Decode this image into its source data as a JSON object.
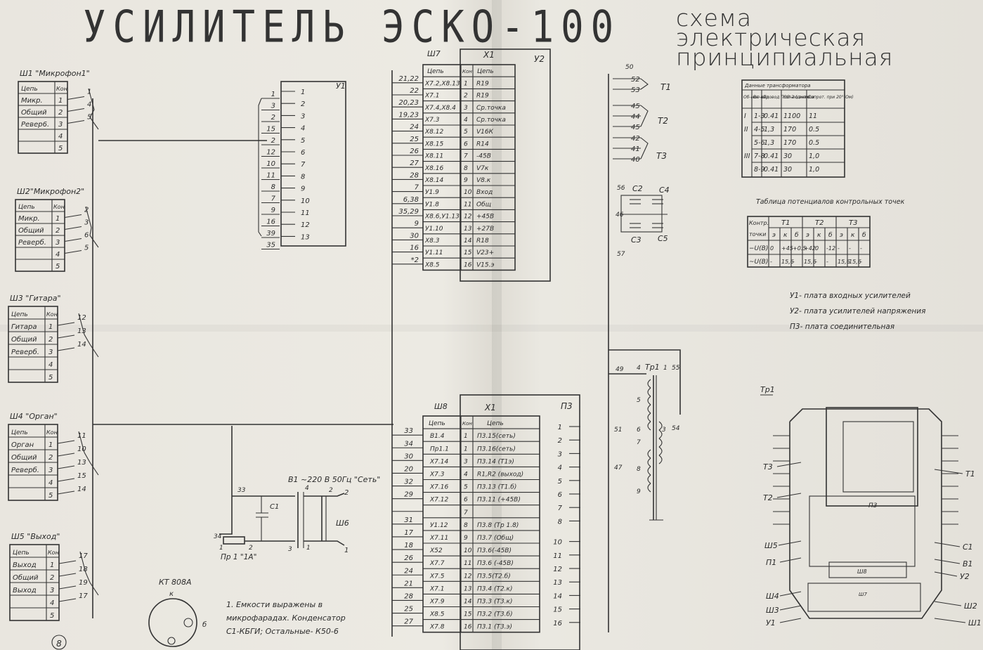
{
  "header": {
    "title": "УСИЛИТЕЛЬ ЭСКО-100",
    "subtitle_lines": [
      "схема",
      "электрическая",
      "принципиальная"
    ]
  },
  "page_number": "8",
  "connectors": [
    {
      "name": "Ш1 \"Микрофон1\"",
      "col1": "Цепь",
      "col2": "Кон",
      "rows": [
        [
          "Микр.",
          "1"
        ],
        [
          "Общий",
          "2"
        ],
        [
          "Ревер6.",
          "3"
        ],
        [
          "",
          "4"
        ],
        [
          "",
          "5"
        ]
      ],
      "wires": [
        "1",
        "4",
        "5"
      ]
    },
    {
      "name": "Ш2\"Микрофон2\"",
      "col1": "Цепь",
      "col2": "Кон",
      "rows": [
        [
          "Микр.",
          "1"
        ],
        [
          "Общий",
          "2"
        ],
        [
          "Реверб.",
          "3"
        ],
        [
          "",
          "4"
        ],
        [
          "",
          "5"
        ]
      ],
      "wires": [
        "2",
        "3",
        "6",
        "5"
      ]
    },
    {
      "name": "Ш3 \"Гитара\"",
      "col1": "Цепь",
      "col2": "Кон",
      "rows": [
        [
          "Гитара",
          "1"
        ],
        [
          "Общий",
          "2"
        ],
        [
          "Реверб.",
          "3"
        ],
        [
          "",
          "4"
        ],
        [
          "",
          "5"
        ]
      ],
      "wires": [
        "12",
        "13",
        "14"
      ]
    },
    {
      "name": "Ш4 \"Орган\"",
      "col1": "Цепь",
      "col2": "Кон",
      "rows": [
        [
          "Орган",
          "1"
        ],
        [
          "Общий",
          "2"
        ],
        [
          "Реверб.",
          "3"
        ],
        [
          "",
          "4"
        ],
        [
          "",
          "5"
        ]
      ],
      "wires": [
        "11",
        "10",
        "13",
        "15",
        "14"
      ]
    },
    {
      "name": "Ш5 \"Выход\"",
      "col1": "Цепь",
      "col2": "Кон",
      "rows": [
        [
          "Выход",
          "1"
        ],
        [
          "Общий",
          "2"
        ],
        [
          "Выход",
          "3"
        ],
        [
          "",
          "4"
        ],
        [
          "",
          "5"
        ]
      ],
      "wires": [
        "17",
        "18",
        "19",
        "17"
      ]
    }
  ],
  "u1": {
    "label": "У1",
    "left_nums": [
      "1",
      "3",
      "2",
      "15",
      "2",
      "12",
      "10",
      "11",
      "8",
      "7",
      "9",
      "16",
      "39",
      "35"
    ],
    "right_nums": [
      "1",
      "2",
      "3",
      "4",
      "5",
      "6",
      "7",
      "8",
      "9",
      "10",
      "11",
      "12",
      "13"
    ]
  },
  "sh7": {
    "label": "Ш7",
    "x1_label": "Х1",
    "u2_label": "У2",
    "col_chain": "Цепь",
    "col_kon": "Кон",
    "col_chain2": "Цепь",
    "left_nums": [
      "21,22",
      "22",
      "20,23",
      "19,23",
      "24",
      "25",
      "26",
      "27",
      "28",
      "7",
      "6,38",
      "35,29",
      "9",
      "30",
      "16",
      "*2"
    ],
    "rows": [
      [
        "Х7.2,Х8.13",
        "1",
        "R19"
      ],
      [
        "Х7.1",
        "2",
        "R19"
      ],
      [
        "Х7.4,Х8.4",
        "3",
        "Ср.точка"
      ],
      [
        "Х7.3",
        "4",
        "Ср.точка"
      ],
      [
        "Х8.12",
        "5",
        "V16К"
      ],
      [
        "Х8.15",
        "6",
        "R14"
      ],
      [
        "Х8.11",
        "7",
        "-45В"
      ],
      [
        "Х8.16",
        "8",
        "V7к"
      ],
      [
        "Х8.14",
        "9",
        "V8.к"
      ],
      [
        "У1.9",
        "10",
        "Вход"
      ],
      [
        "У1.8",
        "11",
        "Общ"
      ],
      [
        "Х8.6,У1.13",
        "12",
        "+45В"
      ],
      [
        "У1.10",
        "13",
        "+27В"
      ],
      [
        "Х8.3",
        "14",
        "R18"
      ],
      [
        "У1.11",
        "15",
        "V23+"
      ],
      [
        "Х8.5",
        "16",
        "V15.э"
      ]
    ]
  },
  "sh8": {
    "label": "Ш8",
    "x1_label": "Х1",
    "p3_label": "П3",
    "col_chain": "Цепь",
    "col_kon": "Кон",
    "col_chain2": "Цепь",
    "left_nums": [
      "33",
      "34",
      "30",
      "20",
      "32",
      "29",
      "",
      "31",
      "17",
      "18",
      "26",
      "24",
      "21",
      "28",
      "25",
      "27"
    ],
    "rows": [
      [
        "В1.4",
        "1",
        "П3.15(сеть)"
      ],
      [
        "Пр1.1",
        "1",
        "П3.16(сеть)"
      ],
      [
        "Х7.14",
        "3",
        "П3.14 (Т1э)"
      ],
      [
        "Х7.3",
        "4",
        "R1,R2 (выход)"
      ],
      [
        "Х7.16",
        "5",
        "П3.13 (Т1.б)"
      ],
      [
        "Х7.12",
        "6",
        "П3.11 (+45В)"
      ],
      [
        "",
        "7",
        ""
      ],
      [
        "У1.12",
        "8",
        "П3.8 (Тр 1.8)"
      ],
      [
        "Х7.11",
        "9",
        "П3.7 (Общ)"
      ],
      [
        "Х52",
        "10",
        "П3.6(-45В)"
      ],
      [
        "Х7.7",
        "11",
        "П3.6 (-45В)"
      ],
      [
        "Х7.5",
        "12",
        "П3.5(Т2.б)"
      ],
      [
        "Х7.1",
        "13",
        "П3.4 (Т2.к)"
      ],
      [
        "Х7.9",
        "14",
        "П3.3 (Т3.к)"
      ],
      [
        "Х8.5",
        "15",
        "П3.2 (Т3.б)"
      ],
      [
        "Х7.8",
        "16",
        "П3.1 (Т3.э)"
      ]
    ],
    "p3_pins": [
      "1",
      "2",
      "3",
      "4",
      "5",
      "6",
      "7",
      "8",
      "10",
      "11",
      "12",
      "13",
      "14",
      "15",
      "16"
    ]
  },
  "transistors": {
    "labels": [
      "Т1",
      "Т2",
      "Т3"
    ],
    "pins": [
      "50",
      "52",
      "53",
      "45",
      "44",
      "45",
      "42",
      "41",
      "40"
    ],
    "caps": {
      "c2": "С2",
      "c4": "С4",
      "c3": "С3",
      "c5": "С5",
      "n56": "56",
      "n46": "46",
      "n57": "57"
    }
  },
  "transformer_table": {
    "title": "Данные трансформатора",
    "headers": [
      "Об-мот-ка",
      "Вы-вод",
      "Провод ПЭВ-2 (диам)",
      "Кол-во витков",
      "Сопрот. при 20°(Ом)"
    ],
    "rows": [
      [
        "I",
        "1-3",
        "0.41",
        "1100",
        "11"
      ],
      [
        "II",
        "4-5",
        "1,3",
        "170",
        "0.5"
      ],
      [
        "",
        "5-6",
        "1,3",
        "170",
        "0.5"
      ],
      [
        "III",
        "7-8",
        "0.41",
        "30",
        "1,0"
      ],
      [
        "",
        "8-9",
        "0.41",
        "30",
        "1,0"
      ]
    ]
  },
  "potential_table": {
    "title": "Таблица потенциалов контрольных точек",
    "h_point": "Контр. точки",
    "groups": [
      "Т1",
      "Т2",
      "Т3"
    ],
    "sub": [
      "э",
      "к",
      "б",
      "э",
      "к",
      "б",
      "э",
      "к",
      "б"
    ],
    "rows": [
      {
        "label": "−U(В)",
        "vals": [
          "0",
          "+45",
          "+0.5",
          "+42",
          "0",
          "-12",
          "-",
          "-",
          "-"
        ]
      },
      {
        "label": "~U(В)",
        "vals": [
          "-",
          "15,6",
          "-",
          "15,6",
          "-",
          "-",
          "15,6",
          "15,6",
          "-"
        ]
      }
    ]
  },
  "legend": [
    "У1- плата входных усилителей",
    "У2- плата усилителей напряжения",
    "П3- плата соединительная"
  ],
  "power": {
    "b1_label": "В1 ~220 В 50Гц \"Сеть\"",
    "fuse": "Пр 1 \"1А\"",
    "cap": "С1",
    "sh6": "Ш6",
    "nums": [
      "33",
      "34",
      "4",
      "2",
      "2",
      "1",
      "2",
      "3",
      "1",
      "1"
    ]
  },
  "tr1_schematic": {
    "label": "Тр1",
    "nums": [
      "49",
      "4",
      "1",
      "55",
      "5",
      "6",
      "3",
      "54",
      "51",
      "7",
      "47",
      "8",
      "9"
    ]
  },
  "kt": {
    "label": "КТ 808А",
    "k": "к",
    "b": "б"
  },
  "note": [
    "1. Емкости выражены в",
    "микрофарадах. Конденсатор",
    "С1-КБГИ; Остальные- К50-6"
  ],
  "assembly": {
    "title": "Тр1",
    "labels_left": [
      "Т3",
      "Т2",
      "Ш5",
      "П1",
      "Ш4",
      "Ш3",
      "У1"
    ],
    "labels_right": [
      "Т1",
      "С1",
      "В1",
      "У2",
      "Ш2",
      "Ш1"
    ],
    "inner": [
      "П3",
      "Ш8",
      "Ш7"
    ]
  }
}
